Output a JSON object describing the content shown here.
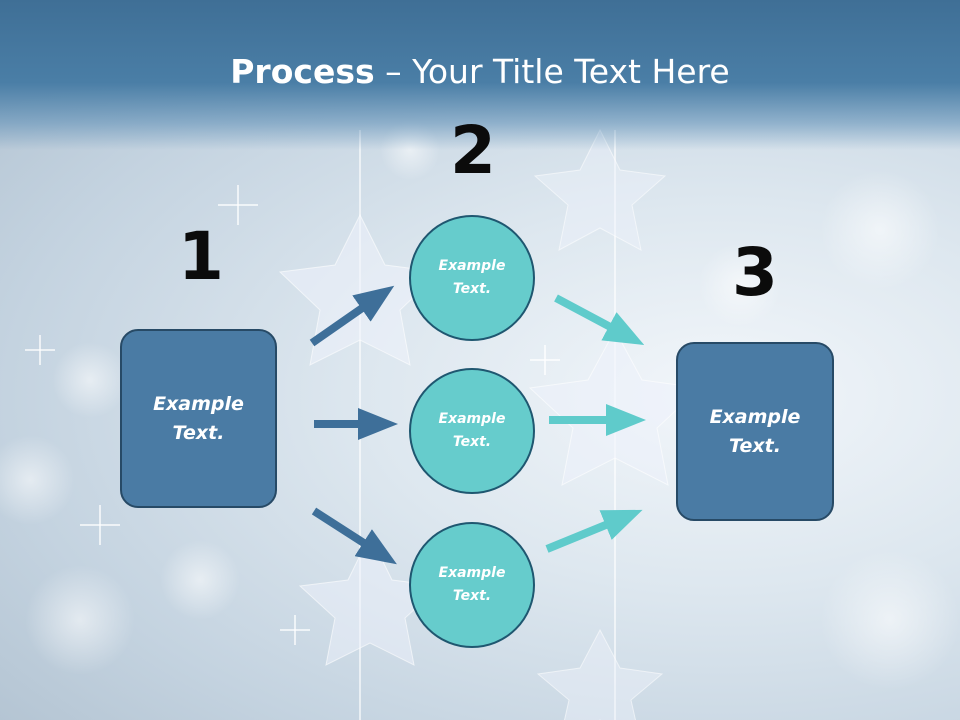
{
  "slide": {
    "title_strong": "Process",
    "title_rest": " – Your Title Text Here"
  },
  "steps": {
    "n1": "1",
    "n2": "2",
    "n3": "3"
  },
  "nodes": {
    "left_box": "Example\nText.",
    "right_box": "Example\nText.",
    "circle_top": "Example\nText.",
    "circle_mid": "Example\nText.",
    "circle_bot": "Example\nText."
  },
  "colors": {
    "box_fill": "#4a7ba4",
    "circle_fill": "#66cccc",
    "dark_arrow": "#3e6f99",
    "teal_arrow": "#5fcbcb",
    "title_band": "#3f6f96"
  }
}
